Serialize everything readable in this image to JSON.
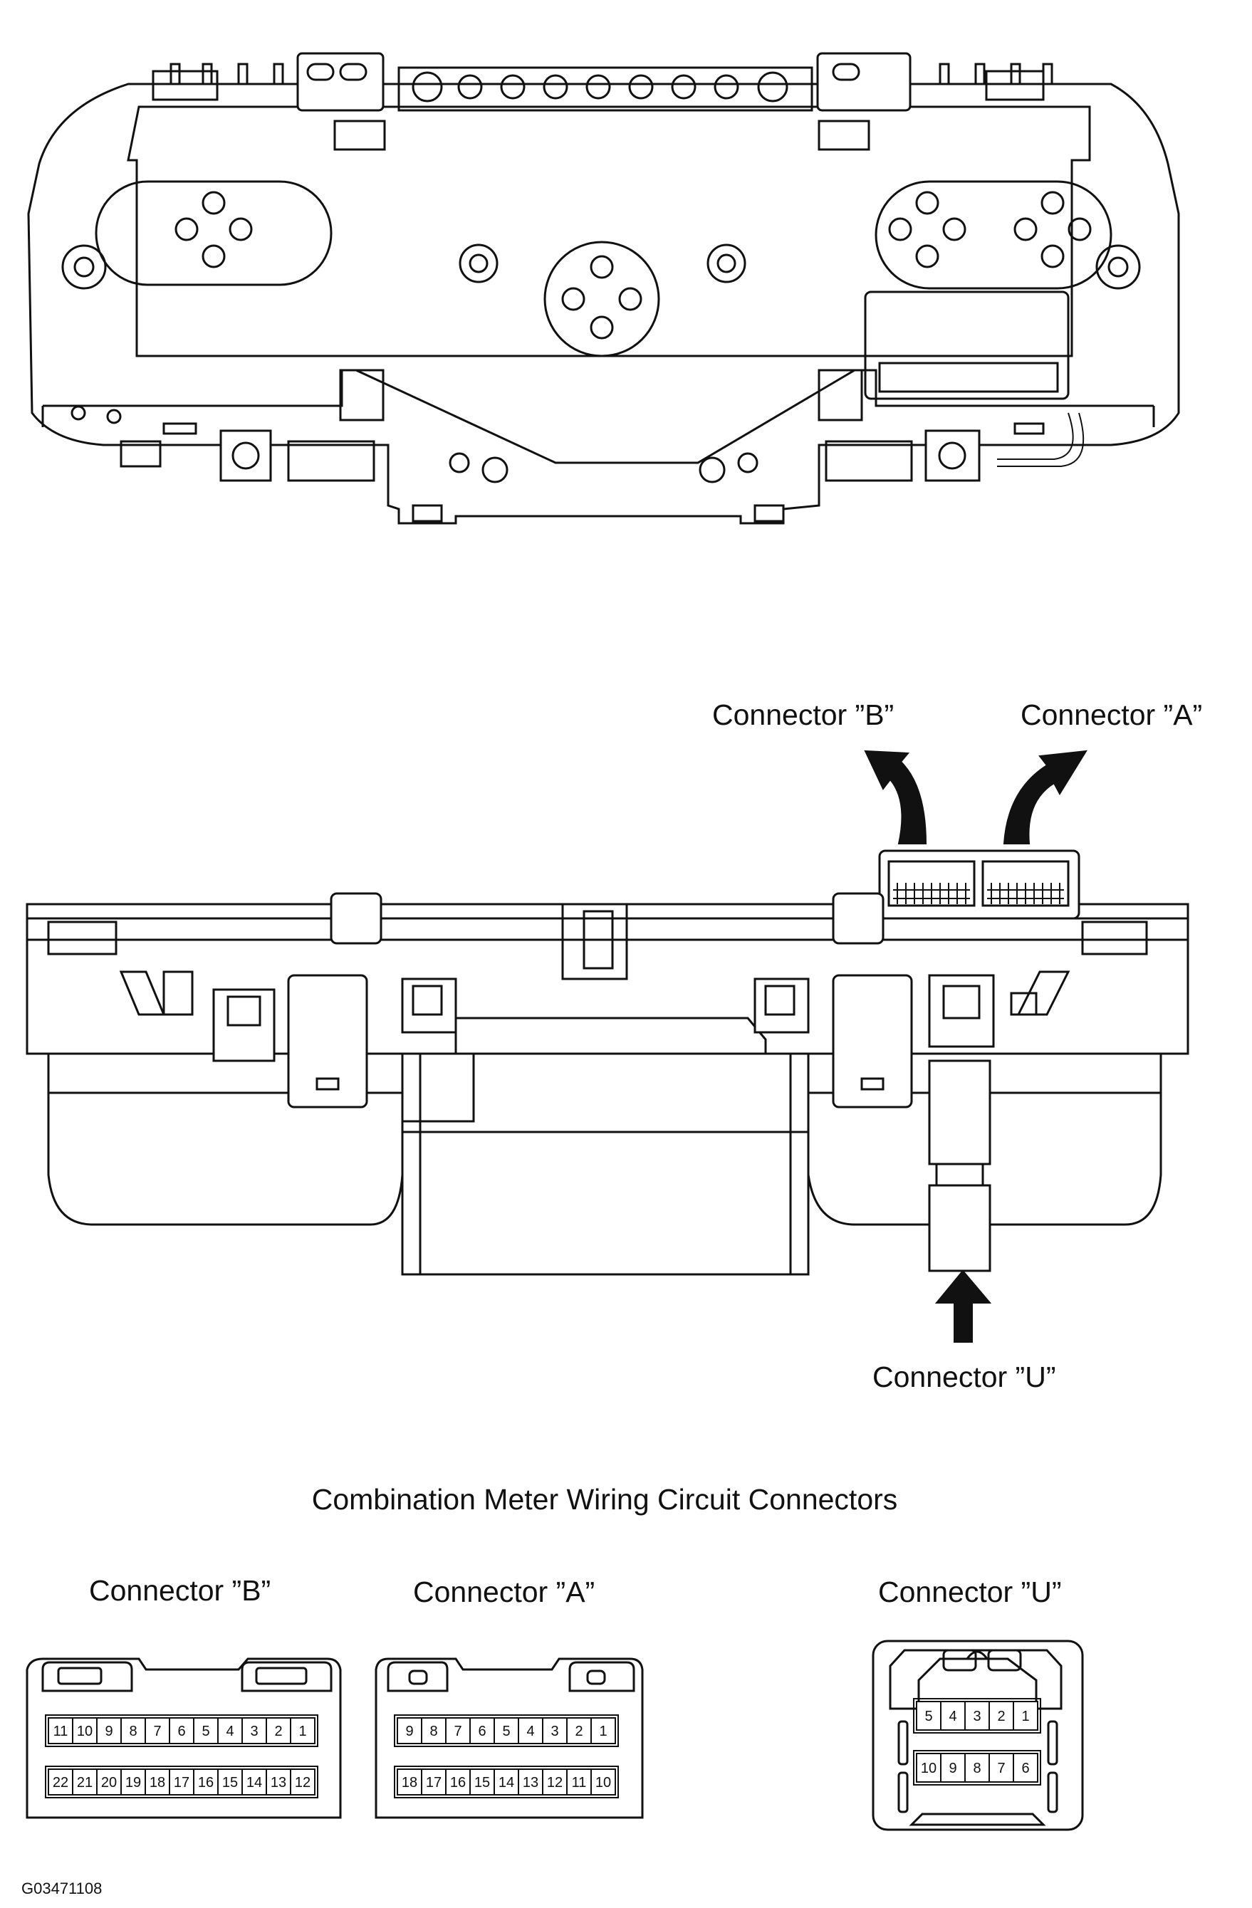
{
  "figure": {
    "title": "Combination Meter Wiring Circuit Connectors",
    "code": "G03471108"
  },
  "callouts": {
    "connector_b": "Connector ”B”",
    "connector_a": "Connector ”A”",
    "connector_u": "Connector ”U”"
  },
  "connectors": {
    "b": {
      "label": "Connector ”B”",
      "top_row": [
        "11",
        "10",
        "9",
        "8",
        "7",
        "6",
        "5",
        "4",
        "3",
        "2",
        "1"
      ],
      "bottom_row": [
        "22",
        "21",
        "20",
        "19",
        "18",
        "17",
        "16",
        "15",
        "14",
        "13",
        "12"
      ]
    },
    "a": {
      "label": "Connector ”A”",
      "top_row": [
        "9",
        "8",
        "7",
        "6",
        "5",
        "4",
        "3",
        "2",
        "1"
      ],
      "bottom_row": [
        "18",
        "17",
        "16",
        "15",
        "14",
        "13",
        "12",
        "11",
        "10"
      ]
    },
    "u": {
      "label": "Connector ”U”",
      "top_row": [
        "5",
        "4",
        "3",
        "2",
        "1"
      ],
      "bottom_row": [
        "10",
        "9",
        "8",
        "7",
        "6"
      ]
    }
  }
}
